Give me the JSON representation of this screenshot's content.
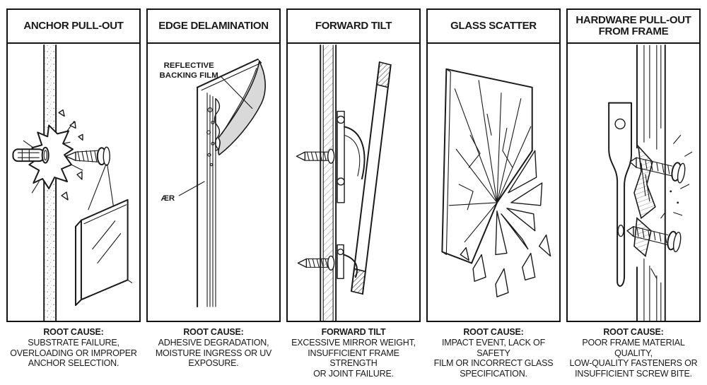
{
  "page": {
    "background": "#ffffff",
    "line_color": "#1a1a1a",
    "film_fill": "#d9d9d9"
  },
  "panels": [
    {
      "title": "ANCHOR PULL-OUT",
      "illustration": "anchor-pull-out",
      "caption_heading": "ROOT CAUSE:",
      "caption_body": "SUBSTRATE FAILURE,\nOVERLOADING OR IMPROPER\nANCHOR SELECTION."
    },
    {
      "title": "EDGE DELAMINATION",
      "illustration": "edge-delamination",
      "labels": {
        "film_line1": "REFLECTIVE",
        "film_line2": "BACKING FILM",
        "aer": "ÆR"
      },
      "caption_heading": "ROOT CAUSE:",
      "caption_body": "ADHESIVE DEGRADATION,\nMOISTURE INGRESS OR UV\nEXPOSURE."
    },
    {
      "title": "FORWARD TILT",
      "illustration": "forward-tilt",
      "caption_heading": "FORWARD TILT",
      "caption_body": "EXCESSIVE MIRROR WEIGHT,\nINSUFFICIENT FRAME STRENGTH\nOR JOINT FAILURE."
    },
    {
      "title": "GLASS SCATTER",
      "illustration": "glass-scatter",
      "caption_heading": "ROOT CAUSE:",
      "caption_body": "IMPACT EVENT, LACK OF SAFETY\nFILM OR INCORRECT GLASS\nSPECIFICATION."
    },
    {
      "title": "HARDWARE PULL-OUT\nFROM FRAME",
      "illustration": "hardware-pull-out-from-frame",
      "caption_heading": "ROOT CAUSE:",
      "caption_body": "POOR FRAME MATERIAL QUALITY,\nLOW-QUALITY FASTENERS OR\nINSUFFICIENT SCREW BITE."
    }
  ]
}
